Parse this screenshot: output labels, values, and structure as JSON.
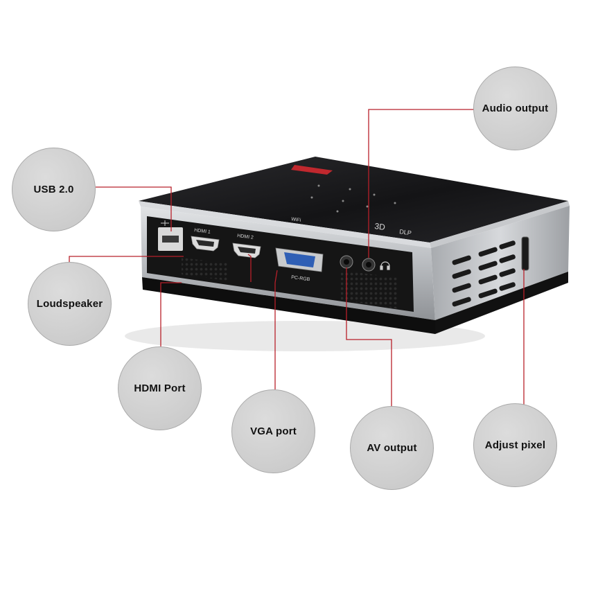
{
  "colors": {
    "leader_line": "#b8202a",
    "bubble_fill": "#cfcfcf",
    "bubble_border": "#a9a9a9",
    "device_top": "#1c1c1e",
    "device_frame": "#b9bcc0",
    "panel_black": "#111111"
  },
  "labels": {
    "usb": "USB 2.0",
    "loudspeaker": "Loudspeaker",
    "hdmi_port": "HDMI Port",
    "vga_port": "VGA port",
    "av_output": "AV output",
    "adjust_pixel": "Adjust pixel",
    "audio_output": "Audio output"
  },
  "device_markings": {
    "hdmi1": "HDMI 1",
    "hdmi2": "HDMI 2",
    "pc_rgb": "PC-RGB",
    "wifi": "WiFi",
    "three_d": "3D",
    "dlp": "DLP"
  },
  "icons": [
    "usb-icon",
    "headphone-icon",
    "speaker-grille-icon",
    "vent-grille-icon"
  ]
}
